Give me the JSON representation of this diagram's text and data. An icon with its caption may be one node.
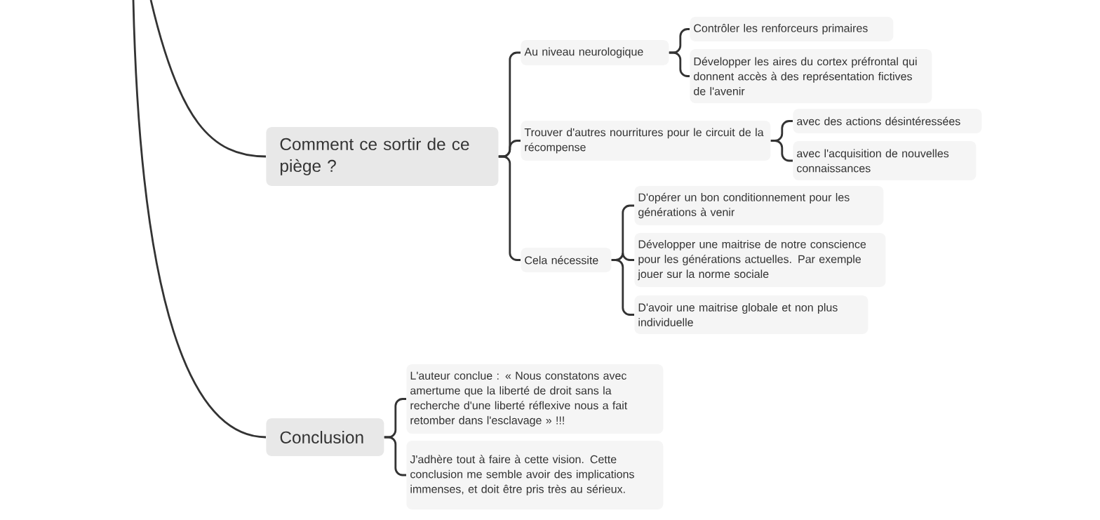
{
  "diagram": {
    "nodes": [
      {
        "text": [
          "Comment ce sortir de ce piège ?"
        ]
      },
      {
        "text": [
          "Au niveau neurologique"
        ]
      },
      {
        "text": [
          "Contrôler les renforceurs primaires"
        ]
      },
      {
        "text": [
          "Développer les aires du cortex préfrontal qui donnent accès à des représentation fictives de l'avenir"
        ]
      },
      {
        "text": [
          "Trouver d'autres nourritures pour le circuit de la récompense"
        ]
      },
      {
        "text": [
          "avec des actions désintéressées"
        ]
      },
      {
        "text": [
          "avec l'acquisition de nouvelles connaissances"
        ]
      },
      {
        "text": [
          "Cela nécessite"
        ]
      },
      {
        "text": [
          "D'opérer un bon conditionnement pour les générations à venir"
        ]
      },
      {
        "text": [
          "Développer une maitrise de notre conscience pour les générations actuelles. Par exemple jouer sur la norme sociale"
        ]
      },
      {
        "text": [
          "D'avoir une maitrise globale et non plus individuelle"
        ]
      },
      {
        "text": [
          "Conclusion"
        ]
      },
      {
        "text": [
          "L'auteur conclue : « Nous constatons avec amertume que la liberté de droit sans la recherche d'une liberté réflexive nous a fait retomber dans l'esclavage » !!!"
        ]
      },
      {
        "text": [
          "J'adhère tout à faire à cette vision. Cette conclusion me semble avoir des implications immenses, et doit être pris très au sérieux."
        ]
      }
    ],
    "edges": [
      {
        "from": null,
        "to": 0,
        "arrow": "none"
      },
      {
        "from": null,
        "to": 11,
        "arrow": "none"
      },
      {
        "from": 0,
        "to": 1,
        "arrow": "none"
      },
      {
        "from": 0,
        "to": 4,
        "arrow": "none"
      },
      {
        "from": 0,
        "to": 7,
        "arrow": "none"
      },
      {
        "from": 1,
        "to": 2,
        "arrow": "none"
      },
      {
        "from": 1,
        "to": 3,
        "arrow": "none"
      },
      {
        "from": 4,
        "to": 5,
        "arrow": "none"
      },
      {
        "from": 4,
        "to": 6,
        "arrow": "none"
      },
      {
        "from": 7,
        "to": 8,
        "arrow": "none"
      },
      {
        "from": 7,
        "to": 9,
        "arrow": "none"
      },
      {
        "from": 7,
        "to": 10,
        "arrow": "none"
      },
      {
        "from": 11,
        "to": 12,
        "arrow": "none"
      },
      {
        "from": 11,
        "to": 13,
        "arrow": "none"
      }
    ]
  }
}
